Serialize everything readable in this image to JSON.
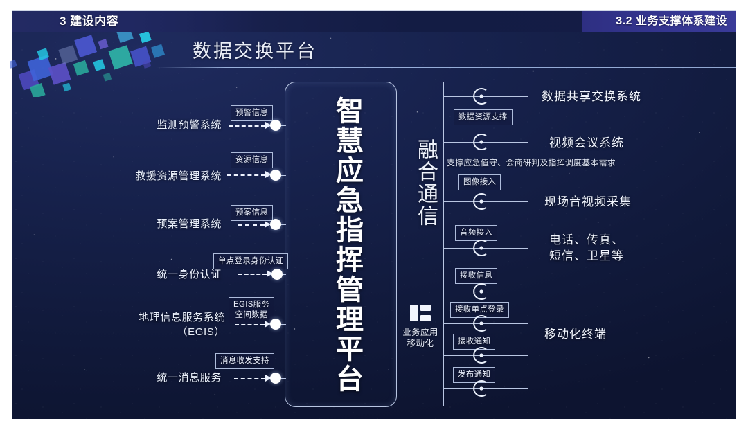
{
  "header": {
    "left_section": "3 建设内容",
    "right_section": "3.2 业务支撑体系建设"
  },
  "slide": {
    "heading": "数据交换平台",
    "core_platform": "智慧应急指挥管理平台",
    "fusion_column": "融合通信",
    "mobile_caption": "业务应用移动化",
    "mobile_icon": "mobile-device-icon"
  },
  "left_systems": [
    {
      "label": "监测预警系统",
      "tag": "预警信息"
    },
    {
      "label": "救援资源管理系统",
      "tag": "资源信息"
    },
    {
      "label": "预案管理系统",
      "tag": "预案信息"
    },
    {
      "label": "统一身份认证",
      "tag": "单点登录身份认证"
    },
    {
      "label": "地理信息服务系统\n（EGIS）",
      "label_line1": "地理信息服务系统",
      "label_line2": "（EGIS）",
      "tag_line1": "EGIS服务",
      "tag_line2": "空间数据"
    },
    {
      "label": "统一消息服务",
      "tag": "消息收发支持"
    }
  ],
  "right_systems": [
    {
      "label": "数据共享交换系统",
      "tag": "数据资源支撑"
    },
    {
      "label": "视频会议系统",
      "tag": "",
      "note": "支撑应急值守、会商研判及指挥调度基本需求"
    },
    {
      "label": "现场音视频采集",
      "tag": "图像接入"
    },
    {
      "label_line1": "电话、传真、",
      "label_line2": "短信、卫星等",
      "tag": "音频接入"
    },
    {
      "label": "移动化终端",
      "tag": "接收信息"
    },
    {
      "label": "",
      "tag": "接收单点登录"
    },
    {
      "label": "",
      "tag": "接收通知"
    },
    {
      "label": "",
      "tag": "发布通知"
    }
  ],
  "colors": {
    "header_left_panel": "#232a63",
    "header_right_panel": "#34358f",
    "background_deep": "#111a3c",
    "line_blue": "#b9c6e2",
    "text_white": "#ffffff",
    "mosaic_purple": "#5b4fc4",
    "mosaic_blue": "#3f63d8",
    "mosaic_cyan": "#24c4e0",
    "mosaic_teal": "#2aa79a"
  }
}
